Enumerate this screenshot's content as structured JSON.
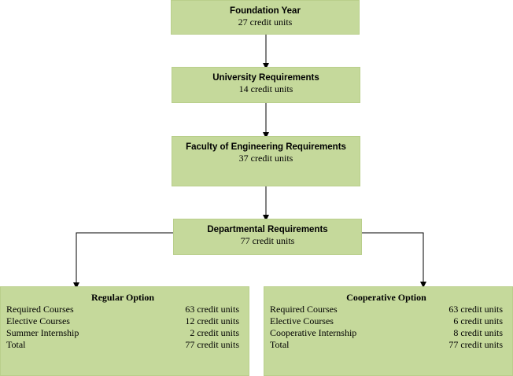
{
  "stages": [
    {
      "title": "Foundation Year",
      "units": "27 credit units"
    },
    {
      "title": "University Requirements",
      "units": "14 credit units"
    },
    {
      "title": "Faculty of Engineering Requirements",
      "units": "37 credit units"
    },
    {
      "title": "Departmental Requirements",
      "units": "77 credit units"
    }
  ],
  "options": [
    {
      "title": "Regular Option",
      "rows": [
        {
          "label": "Required Courses",
          "value": "63 credit units"
        },
        {
          "label": "Elective Courses",
          "value": "12 credit units"
        },
        {
          "label": "Summer Internship",
          "value": "2 credit units"
        },
        {
          "label": "Total",
          "value": "77 credit units"
        }
      ]
    },
    {
      "title": "Cooperative Option",
      "rows": [
        {
          "label": "Required Courses",
          "value": "63 credit units"
        },
        {
          "label": "Elective Courses",
          "value": "6 credit units"
        },
        {
          "label": "Cooperative Internship",
          "value": "8 credit units"
        },
        {
          "label": "Total",
          "value": "77 credit units"
        }
      ]
    }
  ],
  "colors": {
    "box_fill": "#c5d99b",
    "connector": "#000000"
  }
}
